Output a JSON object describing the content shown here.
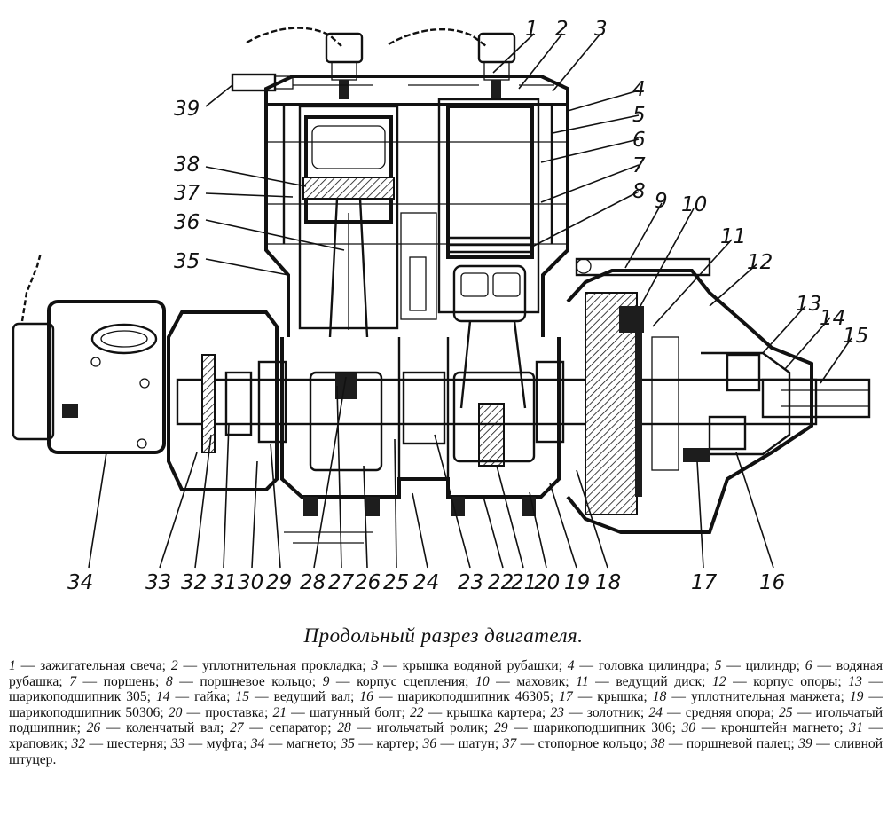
{
  "caption": {
    "title": "Продольный разрез двигателя."
  },
  "callout_numbers": [
    "1",
    "2",
    "3",
    "4",
    "5",
    "6",
    "7",
    "8",
    "9",
    "10",
    "11",
    "12",
    "13",
    "14",
    "15",
    "16",
    "17",
    "18",
    "19",
    "20",
    "21",
    "22",
    "23",
    "24",
    "25",
    "26",
    "27",
    "28",
    "29",
    "30",
    "31",
    "32",
    "33",
    "34",
    "35",
    "36",
    "37",
    "38",
    "39"
  ],
  "legend": [
    {
      "n": "1",
      "text": "зажигательная свеча;"
    },
    {
      "n": "2",
      "text": "уплотнительная прокладка;"
    },
    {
      "n": "3",
      "text": "крышка водяной рубашки;"
    },
    {
      "n": "4",
      "text": "головка цилиндра;"
    },
    {
      "n": "5",
      "text": "цилиндр;"
    },
    {
      "n": "6",
      "text": "водяная рубашка;"
    },
    {
      "n": "7",
      "text": "поршень;"
    },
    {
      "n": "8",
      "text": "поршневое кольцо;"
    },
    {
      "n": "9",
      "text": "корпус сцепления;"
    },
    {
      "n": "10",
      "text": "маховик;"
    },
    {
      "n": "11",
      "text": "ведущий диск;"
    },
    {
      "n": "12",
      "text": "корпус опоры;"
    },
    {
      "n": "13",
      "text": "шарикоподшипник 305;"
    },
    {
      "n": "14",
      "text": "гайка;"
    },
    {
      "n": "15",
      "text": "ведущий вал;"
    },
    {
      "n": "16",
      "text": "шарикоподшипник 46305;"
    },
    {
      "n": "17",
      "text": "крышка;"
    },
    {
      "n": "18",
      "text": "уплотнительная манжета;"
    },
    {
      "n": "19",
      "text": "шарикоподшипник 50306;"
    },
    {
      "n": "20",
      "text": "проставка;"
    },
    {
      "n": "21",
      "text": "шатунный болт;"
    },
    {
      "n": "22",
      "text": "крышка картера;"
    },
    {
      "n": "23",
      "text": "золотник;"
    },
    {
      "n": "24",
      "text": "средняя опора;"
    },
    {
      "n": "25",
      "text": "игольчатый подшипник;"
    },
    {
      "n": "26",
      "text": "коленчатый вал;"
    },
    {
      "n": "27",
      "text": "сепаратор;"
    },
    {
      "n": "28",
      "text": "игольчатый ролик;"
    },
    {
      "n": "29",
      "text": "шарикоподшипник 306;"
    },
    {
      "n": "30",
      "text": "кронштейн магнето;"
    },
    {
      "n": "31",
      "text": "храповик;"
    },
    {
      "n": "32",
      "text": "шестерня;"
    },
    {
      "n": "33",
      "text": "муфта;"
    },
    {
      "n": "34",
      "text": "магнето;"
    },
    {
      "n": "35",
      "text": "картер;"
    },
    {
      "n": "36",
      "text": "шатун;"
    },
    {
      "n": "37",
      "text": "стопорное кольцо;"
    },
    {
      "n": "38",
      "text": "поршневой палец;"
    },
    {
      "n": "39",
      "text": "сливной штуцер."
    }
  ]
}
